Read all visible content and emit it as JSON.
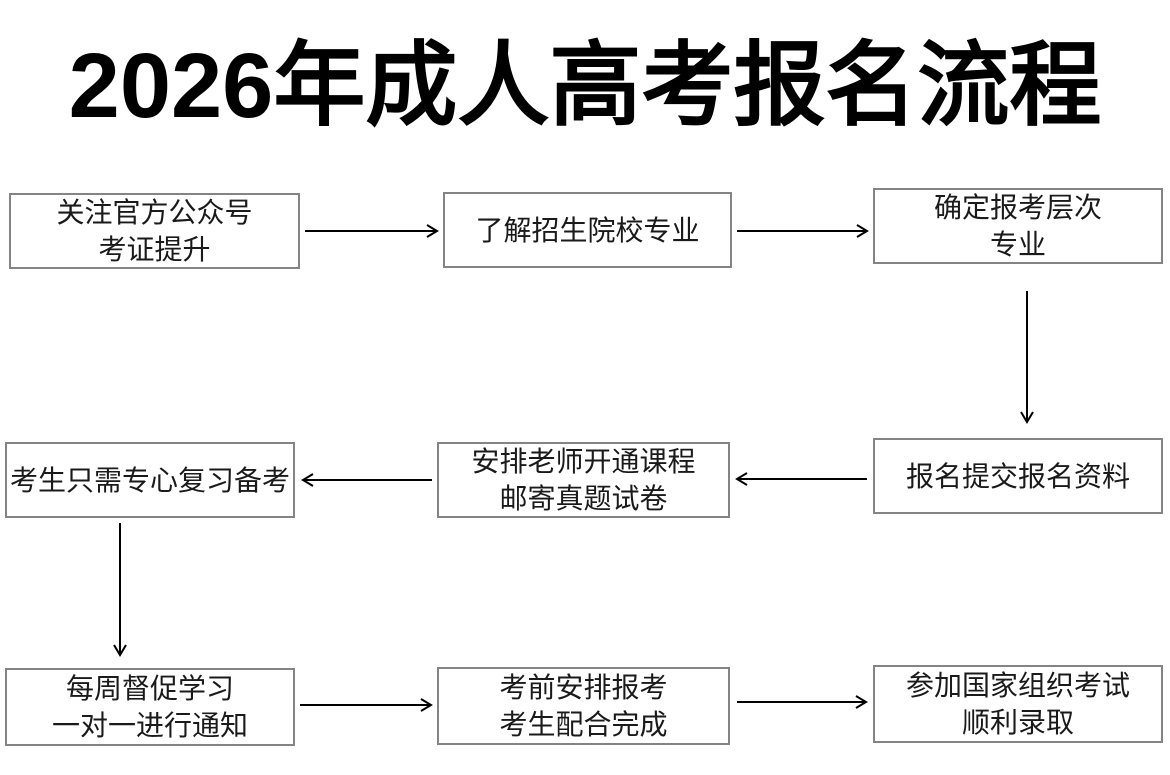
{
  "title": "2026年成人高考报名流程",
  "flow": {
    "steps": [
      {
        "lines": [
          "关注官方公众号",
          "考证提升"
        ]
      },
      {
        "lines": [
          "了解招生院校专业"
        ]
      },
      {
        "lines": [
          "确定报考层次",
          "专业"
        ]
      },
      {
        "lines": [
          "报名提交报名资料"
        ]
      },
      {
        "lines": [
          "安排老师开通课程",
          "邮寄真题试卷"
        ]
      },
      {
        "lines": [
          "考生只需专心复习备考"
        ]
      },
      {
        "lines": [
          "每周督促学习",
          "一对一进行通知"
        ]
      },
      {
        "lines": [
          "考前安排报考",
          "考生配合完成"
        ]
      },
      {
        "lines": [
          "参加国家组织考试",
          "顺利录取"
        ]
      }
    ]
  },
  "colors": {
    "background": "#ffffff",
    "title_text": "#000000",
    "box_border": "#848484",
    "box_text": "#1a1a1a",
    "arrow": "#000000"
  }
}
